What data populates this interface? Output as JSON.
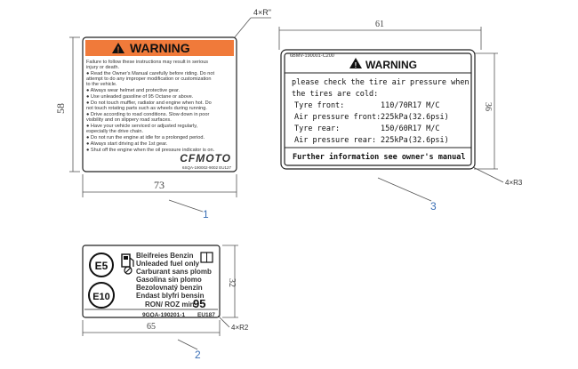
{
  "label1": {
    "callout": "1",
    "header": "WARNING",
    "lines": [
      "Failure to follow these instructions may result in serious",
      "injury or death.",
      "● Read the Owner's Manual carefully before riding. Do not",
      "  attempt to do any improper modification or customization",
      "  to the vehicle.",
      "● Always wear helmet and protective gear.",
      "● Use unleaded gasoline of 95 Octane or above.",
      "● Do not touch muffler, radiator and engine when hot. Do",
      "  not touch rotating parts such as wheels during running.",
      "● Drive according to road conditions. Slow down in poor",
      "  visibility and on slippery road surfaces.",
      "● Have your vehicle serviced or adjusted regularly,",
      "  especially the drive chain.",
      "● Do not run the engine at idle for a prolonged period.",
      "● Always start driving at the 1st gear.",
      "● Shut off the engine when the oil pressure indicator is on."
    ],
    "logo": "CFMOTO",
    "part_no": "6SQA-190002-9002 EU127",
    "dim_width": "73",
    "dim_height": "58",
    "corner_note": "4×R\""
  },
  "label2": {
    "callout": "2",
    "e5": "E5",
    "e10": "E10",
    "lines": [
      "Bleifreies Benzin",
      "Unleaded fuel only",
      "Carburant sans plomb",
      "Gasolina sin plomo",
      "Bezolovnatý benzin",
      "Endast blyfri bensin"
    ],
    "ron_label": "RON/ ROZ min",
    "ron_value": "95",
    "part_no": "9GQA-190201-1",
    "code": "EU187",
    "dim_width": "65",
    "dim_height": "32",
    "corner_note": "4×R2"
  },
  "label3": {
    "callout": "3",
    "part_no": "6BMV-190001-C200",
    "header": "WARNING",
    "intro1": "please check the tire air pressure when",
    "intro2": "the tires are cold:",
    "rows": [
      {
        "label": "Tyre front:",
        "value": "110/70R17 M/C"
      },
      {
        "label": "Air pressure front:",
        "value": "225kPa(32.6psi)"
      },
      {
        "label": "Tyre rear:",
        "value": "150/60R17 M/C"
      },
      {
        "label": "Air pressure rear:",
        "value": "225kPa(32.6psi)"
      }
    ],
    "footer": "Further information see owner's manual",
    "dim_width": "61",
    "dim_height": "36",
    "corner_note": "4×R3"
  },
  "colors": {
    "warning_orange": "#f07a3a",
    "callout_blue": "#3a6fb5"
  }
}
